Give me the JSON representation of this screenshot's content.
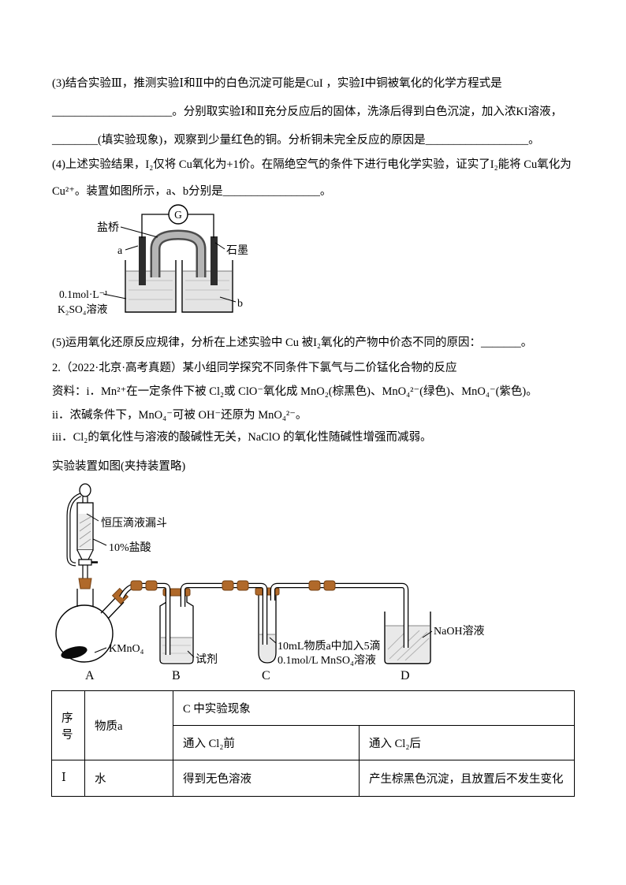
{
  "q3": {
    "lines": [
      "(3)结合实验Ⅲ，推测实验Ⅰ和Ⅱ中的白色沉淀可能是CuI ，实验Ⅰ中铜被氧化的化学方程式是",
      "_____________________。分别取实验Ⅰ和Ⅱ充分反应后的固体，洗涤后得到白色沉淀，加入浓KI溶液，",
      "________(填实验现象)，观察到少量红色的铜。分析铜未完全反应的原因是__________________。"
    ]
  },
  "q4": {
    "lines": [
      "(4)上述实验结果，I₂仅将 Cu氧化为+1价。在隔绝空气的条件下进行电化学实验，证实了I₂能将 Cu氧化为",
      "Cu²⁺。装置如图所示，a、b分别是_________________。"
    ]
  },
  "cell_diagram": {
    "galvanometer_label": "G",
    "salt_bridge_label": "盐桥",
    "electrode_a_label": "a",
    "graphite_label": "石墨",
    "concentration_label": "0.1mol·L⁻¹",
    "solution_label": "K₂SO₄溶液",
    "electrode_b_label": "b"
  },
  "q5": {
    "text": "(5)运用氧化还原反应规律，分析在上述实验中 Cu 被I₂氧化的产物中价态不同的原因：_______。"
  },
  "q2": {
    "title": "2.（2022·北京·高考真题）某小组同学探究不同条件下氯气与二价锰化合物的反应",
    "info_i": "资料：i．Mn²⁺在一定条件下被 Cl₂或 ClO⁻氧化成 MnO₂(棕黑色)、MnO₄²⁻(绿色)、MnO₄⁻(紫色)。",
    "info_ii": "ii．浓碱条件下，MnO₄⁻可被 OH⁻还原为 MnO₄²⁻。",
    "info_iii": "iii．Cl₂的氧化性与溶液的酸碱性无关，NaClO 的氧化性随碱性增强而减弱。",
    "setup_caption": "实验装置如图(夹持装置略)"
  },
  "apparatus": {
    "funnel_label": "恒压滴液漏斗",
    "acid_label": "10%盐酸",
    "kmno4_label": "KMnO₄",
    "reagent_label": "试剂",
    "c_note_line1": "10mL物质a中加入5滴",
    "c_note_line2": "0.1mol/L MnSO₄溶液",
    "naoh_label": "NaOH溶液",
    "vessel_a": "A",
    "vessel_b": "B",
    "vessel_c": "C",
    "vessel_d": "D"
  },
  "table": {
    "header_no": "序号",
    "header_substance": "物质a",
    "header_phenomenon": "C 中实验现象",
    "header_before": "通入 Cl₂前",
    "header_after": "通入 Cl₂后",
    "rows": [
      {
        "no": "Ⅰ",
        "substance": "水",
        "before": "得到无色溶液",
        "after": "产生棕黑色沉淀，且放置后不发生变化"
      }
    ]
  },
  "colors": {
    "stopper_orange": "#b0692a",
    "ink": "#000000",
    "liquid_gray": "#e9e9e9"
  }
}
